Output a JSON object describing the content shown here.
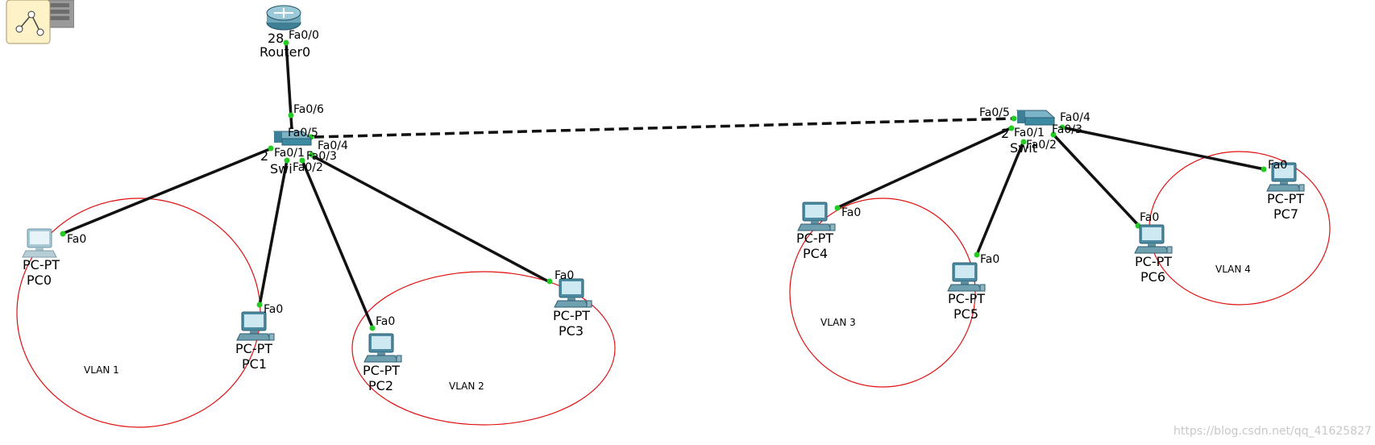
{
  "router": {
    "name_partial": "28",
    "port_top": "Fa0/0",
    "name": "Router0"
  },
  "switch0": {
    "name_partial": "2",
    "name": "Swi",
    "ports": {
      "fa0_6": "Fa0/6",
      "fa0_5": "Fa0/5",
      "fa0_4": "Fa0/4",
      "fa0_3": "Fa0/3",
      "fa0_2": "Fa0/2",
      "fa0_1": "Fa0/1"
    }
  },
  "switch1": {
    "name_partial": "2",
    "name": "Swit",
    "ports": {
      "fa0_5": "Fa0/5",
      "fa0_4": "Fa0/4",
      "fa0_3": "Fa0/3",
      "fa0_2": "Fa0/2",
      "fa0_1": "Fa0/1"
    }
  },
  "pcs": [
    {
      "type": "PC-PT",
      "name": "PC0",
      "port": "Fa0"
    },
    {
      "type": "PC-PT",
      "name": "PC1",
      "port": "Fa0"
    },
    {
      "type": "PC-PT",
      "name": "PC2",
      "port": "Fa0"
    },
    {
      "type": "PC-PT",
      "name": "PC3",
      "port": "Fa0"
    },
    {
      "type": "PC-PT",
      "name": "PC4",
      "port": "Fa0"
    },
    {
      "type": "PC-PT",
      "name": "PC5",
      "port": "Fa0"
    },
    {
      "type": "PC-PT",
      "name": "PC6",
      "port": "Fa0"
    },
    {
      "type": "PC-PT",
      "name": "PC7",
      "port": "Fa0"
    }
  ],
  "vlans": [
    "VLAN 1",
    "VLAN 2",
    "VLAN 3",
    "VLAN 4"
  ],
  "watermark": "https://blog.csdn.net/qq_41625827",
  "colors": {
    "link": "#111111",
    "port_dot": "#22cc22",
    "vlan_ring": "#e01010",
    "device": "#3d8aa3"
  }
}
